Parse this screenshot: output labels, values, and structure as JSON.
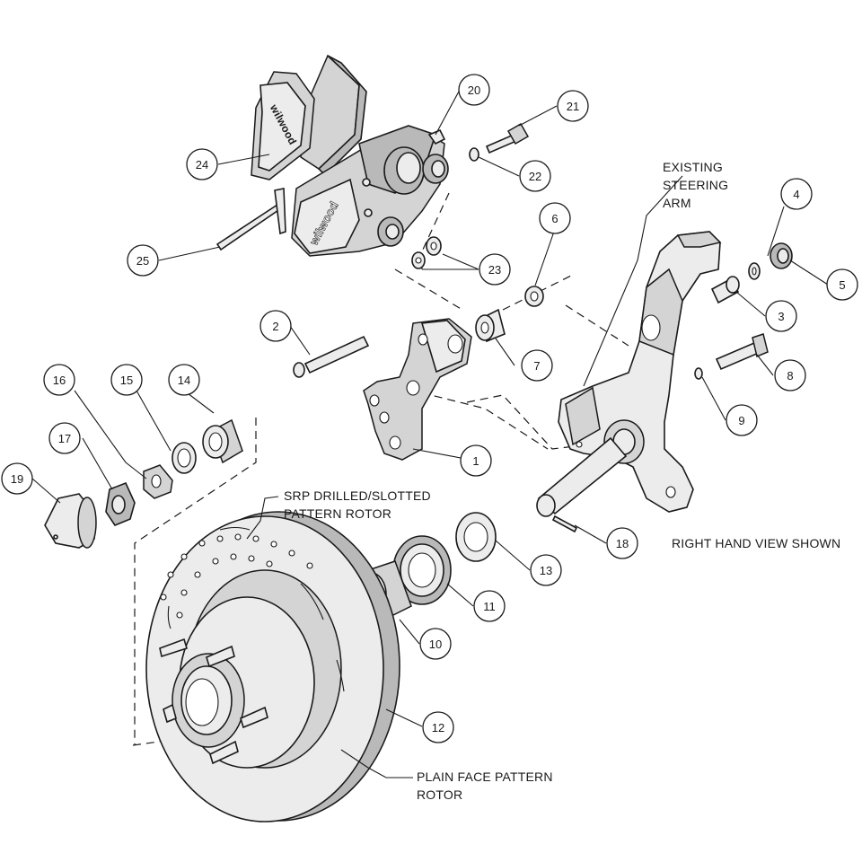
{
  "annotations": {
    "existing_steering_arm": [
      "EXISTING",
      "STEERING",
      "ARM"
    ],
    "srp_rotor": [
      "SRP DRILLED/SLOTTED",
      "PATTERN ROTOR"
    ],
    "right_hand_view": "RIGHT HAND VIEW SHOWN",
    "plain_face_rotor": [
      "PLAIN FACE PATTERN",
      "ROTOR"
    ]
  },
  "brand_text": "wilwood",
  "callouts": [
    "1",
    "2",
    "3",
    "4",
    "5",
    "6",
    "7",
    "8",
    "9",
    "10",
    "11",
    "12",
    "13",
    "14",
    "15",
    "16",
    "17",
    "18",
    "19",
    "20",
    "21",
    "22",
    "23",
    "24",
    "25"
  ]
}
